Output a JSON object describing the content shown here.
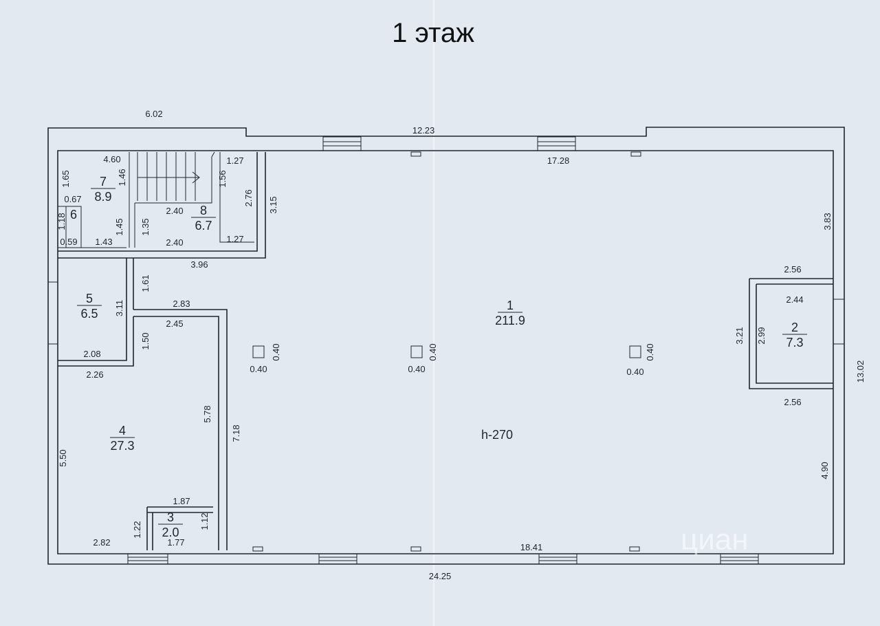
{
  "title": "1 этаж",
  "height_label": "h-270",
  "watermark": "циан",
  "rooms": [
    {
      "number": "1",
      "area": "211.9"
    },
    {
      "number": "2",
      "area": "7.3"
    },
    {
      "number": "3",
      "area": "2.0"
    },
    {
      "number": "4",
      "area": "27.3"
    },
    {
      "number": "5",
      "area": "6.5"
    },
    {
      "number": "6",
      "area": ""
    },
    {
      "number": "7",
      "area": "8.9"
    },
    {
      "number": "8",
      "area": "6.7"
    }
  ],
  "dimensions": [
    "6.02",
    "12.23",
    "17.28",
    "4.60",
    "1.27",
    "1.65",
    "1.46",
    "1.56",
    "2.76",
    "3.15",
    "0.67",
    "2.40",
    "1.18",
    "1.45",
    "1.35",
    "0.59",
    "1.43",
    "2.40",
    "1.27",
    "3.96",
    "3.83",
    "2.56",
    "1.61",
    "2.83",
    "2.44",
    "3.11",
    "2.45",
    "3.21",
    "2.99",
    "13.02",
    "1.50",
    "0.40",
    "0.40",
    "0.40",
    "0.40",
    "0.40",
    "0.40",
    "2.08",
    "2.26",
    "2.56",
    "5.78",
    "7.18",
    "5.50",
    "4.90",
    "1.87",
    "1.22",
    "1.12",
    "2.82",
    "1.77",
    "18.41",
    "24.25"
  ]
}
